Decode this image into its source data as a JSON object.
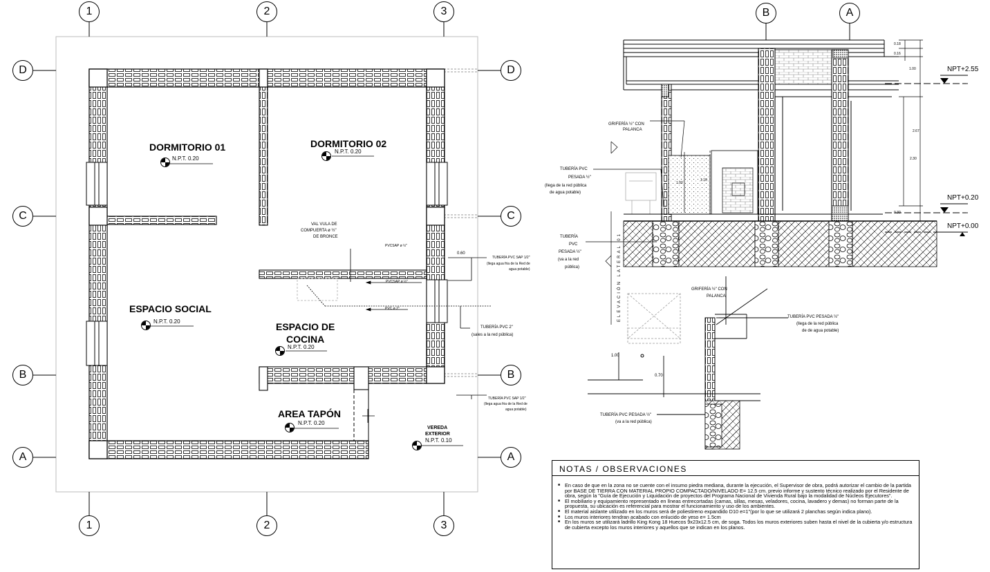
{
  "grid": {
    "cols": [
      "1",
      "2",
      "3"
    ],
    "rows": [
      "D",
      "C",
      "B",
      "A"
    ],
    "elevation_axes": [
      "B",
      "A"
    ]
  },
  "rooms": {
    "dormitorio1": {
      "name": "DORMITORIO 01",
      "npt": "N.P.T. 0.20"
    },
    "dormitorio2": {
      "name": "DORMITORIO 02",
      "npt": "N.P.T. 0.20"
    },
    "social": {
      "name": "ESPACIO SOCIAL",
      "npt": "N.P.T. 0.20"
    },
    "cocina": {
      "name_line1": "ESPACIO DE",
      "name_line2": "COCINA",
      "npt": "N.P.T. 0.20"
    },
    "tapon": {
      "name": "AREA TAPÓN",
      "npt": "N.P.T. 0.20"
    },
    "vereda": {
      "name_line1": "VEREDA",
      "name_line2": "EXTERIOR",
      "npt": "N.P.T. 0.10"
    }
  },
  "plan_labels": {
    "valvula": [
      "VAL VULA DE",
      "COMPUERTA ø ½\"",
      "DE BRONCE"
    ],
    "pvcsap_1": "PVCSAP ø ½\"",
    "pvcsap_2": "PVCSAP ø ½\"",
    "pvc2": "PVC ø 2\"",
    "dim_060": "0.60",
    "tuberia_sap_top": [
      "TUBERÍA PVC SAP 1/2\"",
      "(llega agua fria de la Red de",
      "agua potable)"
    ],
    "tuberia_pvc2": [
      "TUBERÍA PVC 2\"",
      "(sales a la red pública)"
    ],
    "tuberia_sap_bottom": [
      "TUBERÍA PVC SAP 1/2\"",
      "(llega agua fria de la Red de",
      "agua potable)"
    ]
  },
  "elevation": {
    "npt_255": "NPT+2.55",
    "npt_020": "NPT+0.20",
    "npt_000": "NPT+0.00",
    "dims": {
      "d018": "0.18",
      "d016": "0.16",
      "d100": "1.00",
      "d267": "2.67",
      "d230": "2.30",
      "d030": "0.30",
      "d100b": "1.00",
      "d110": "1.10"
    },
    "griferia_top": [
      "GRIFERÍA ½\" CON",
      "PALANCA"
    ],
    "tuberia_pesada_top": [
      "TUBERÍA PVC",
      "PESADA ½\"",
      "(llega de la red pública",
      "de agua potable)"
    ],
    "tuberia_pesada_va": [
      "TUBERÍA",
      "PVC",
      "PESADA ½\"",
      "(va a la red",
      "pública)"
    ],
    "vertical_label": "ELEVACIÓN LATERAL 01"
  },
  "detail": {
    "griferia": [
      "GRIFERÍA ½\" CON",
      "PALANCA"
    ],
    "tuberia_right": [
      "TUBERÍA PVC PESADA ½\"",
      "(llega de la red pública",
      "de de agua potable)"
    ],
    "tuberia_bottom": [
      "TUBERÍA PVC PESADA ½\"",
      "(va a la red pública)"
    ],
    "dim_100": "1.00",
    "dim_070": "0.70"
  },
  "notes": {
    "title": "NOTAS / OBSERVACIONES",
    "items": [
      "En caso de que en la zona no se cuente con el insumo piedra mediana, durante la ejecución, el Supervisor de obra, podrá autorizar el cambio de la partida por BASE DE TIERRA CON MATERIAL PROPIO COMPACTADO/NIVELADO E= 12.5 cm. previo informe y sustento técnico realizado por el Residente de obra, según la \"Guía de Ejecución y Liquidación de proyectos del Programa Nacional de Vivienda Rural bajo la modalidad de Núcleos Ejecutores\".",
      "El mobiliario y equipamiento representado en líneas entrecortadas (camas, sillas, mesas, veladores, cocina, lavadero y demas) no forman parte de la propuesta, su ubicación es referencial para mostrar el funcionamiento y uso de los ambientes.",
      "El material aislante utilizado en los muros será de poliestireno expandido D10 e=1\"(por lo que se utilizará 2 planchas según indica plano).",
      "Los muros interiores tendran acabado con enlucido de yeso e= 1.5cm",
      "En los muros se utilizará ladrillo King Kong 18 Huecos 9x23x12.5 cm, de soga. Todos los muros exteriores suben hasta el nivel de la cubierta y/o estructura de cubierta excepto los muros interiores y aquellos que se indican en los planos."
    ]
  }
}
